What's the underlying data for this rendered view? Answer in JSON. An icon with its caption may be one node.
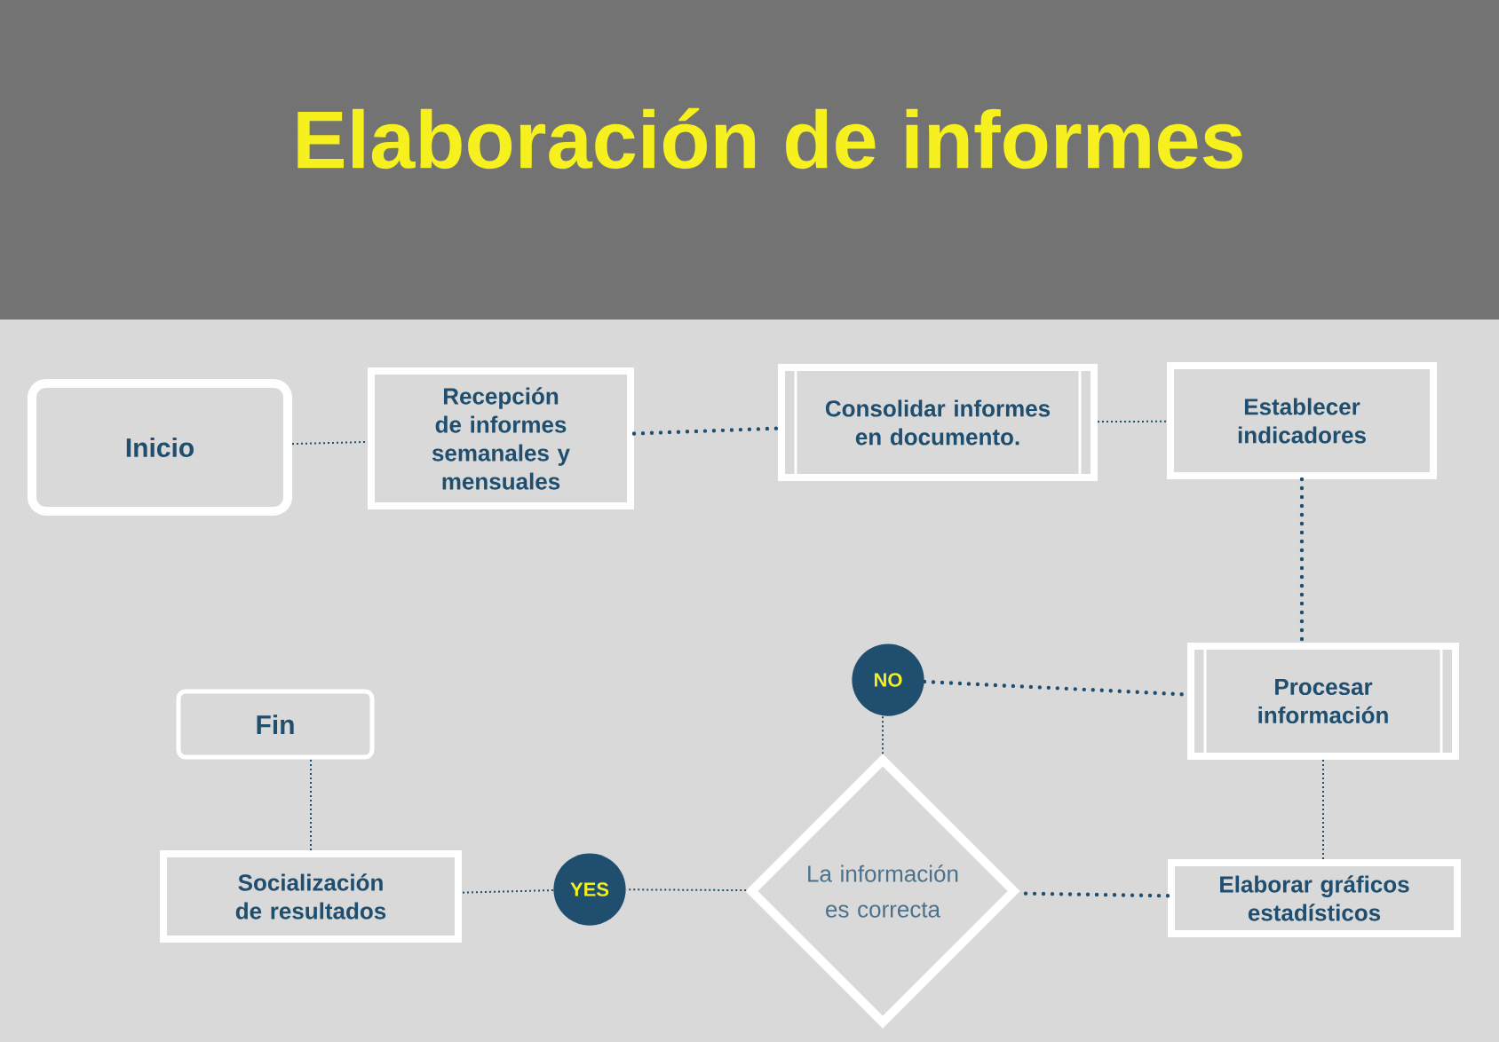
{
  "diagram": {
    "title": "Elaboración de informes",
    "nodes": [
      {
        "text": [
          "Inicio"
        ]
      },
      {
        "text": [
          "Recepción de informes semanales y mensuales"
        ]
      },
      {
        "text": [
          "Consolidar informes en documento."
        ]
      },
      {
        "text": [
          "Establecer indicadores"
        ]
      },
      {
        "text": [
          "Procesar información"
        ]
      },
      {
        "text": [
          "Elaborar gráficos estadísticos"
        ]
      },
      {
        "text": [
          "La información es correcta"
        ]
      },
      {
        "text": [
          "NO"
        ]
      },
      {
        "text": [
          "YES"
        ]
      },
      {
        "text": [
          "Socialización de resultados"
        ]
      },
      {
        "text": [
          "Fin"
        ]
      }
    ],
    "edges": [
      {
        "from": 0,
        "to": 1,
        "arrow": "none"
      },
      {
        "from": 1,
        "to": 2,
        "arrow": "none",
        "style": "dashed"
      },
      {
        "from": 2,
        "to": 3,
        "arrow": "none"
      },
      {
        "from": 3,
        "to": 4,
        "arrow": "none",
        "style": "dashed"
      },
      {
        "from": 4,
        "to": 5,
        "arrow": "none"
      },
      {
        "from": 5,
        "to": 6,
        "arrow": "none",
        "style": "dashed"
      },
      {
        "from": 6,
        "to": 8,
        "arrow": "none"
      },
      {
        "from": 8,
        "to": 9,
        "arrow": "none"
      },
      {
        "from": 9,
        "to": 10,
        "arrow": "none"
      },
      {
        "from": 6,
        "to": 7,
        "arrow": "none"
      },
      {
        "from": 7,
        "to": 4,
        "arrow": "none",
        "style": "dashed"
      }
    ]
  }
}
